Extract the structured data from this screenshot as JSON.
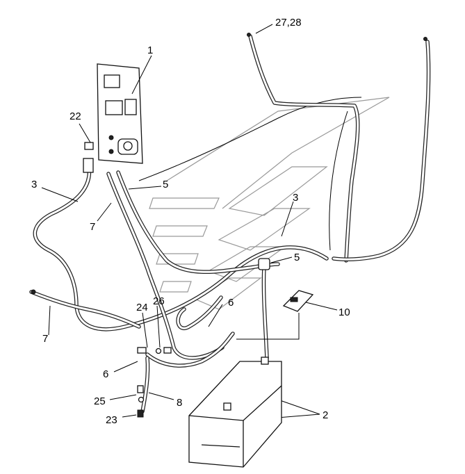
{
  "labels": {
    "l1": "1",
    "l2": "2",
    "l3a": "3",
    "l3b": "3",
    "l5a": "5",
    "l5b": "5",
    "l6a": "6",
    "l6b": "6",
    "l7a": "7",
    "l7b": "7",
    "l8": "8",
    "l10": "10",
    "l22": "22",
    "l23": "23",
    "l24": "24",
    "l25": "25",
    "l26": "26",
    "l2728": "27,28"
  }
}
